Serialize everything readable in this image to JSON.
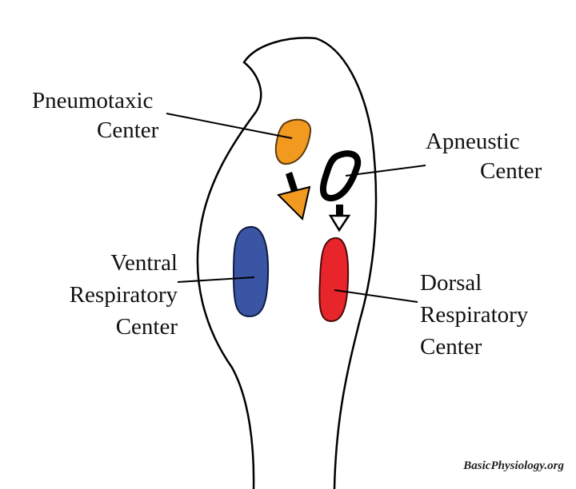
{
  "labels": {
    "pneumotaxic": [
      "Pneumotaxic",
      "Center"
    ],
    "apneustic": [
      "Apneustic",
      "Center"
    ],
    "ventral": [
      "Ventral",
      "Respiratory",
      "Center"
    ],
    "dorsal": [
      "Dorsal",
      "Respiratory",
      "Center"
    ]
  },
  "watermark": "BasicPhysiology.org",
  "colors": {
    "pneumotaxic": "#f29a1f",
    "ventral": "#3a55a4",
    "dorsal": "#e8252b",
    "apneustic": "#000000"
  }
}
